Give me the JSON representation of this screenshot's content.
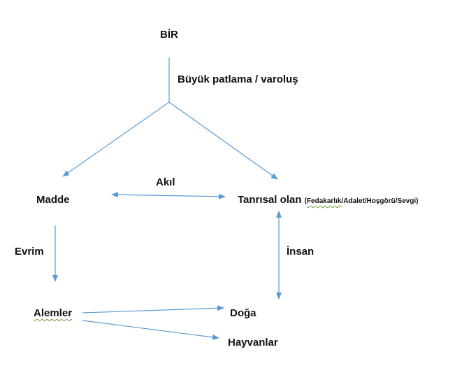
{
  "diagram": {
    "arrow_color": "#5b9bd5",
    "nodes": {
      "bir": "BİR",
      "big_bang": "Büyük patlama / varoluş",
      "madde": "Madde",
      "akil": "Akıl",
      "tanrisal_olan": "Tanrısal olan",
      "tanrisal_detail_open": "(",
      "tanrisal_detail_word": "Fedakarlık",
      "tanrisal_detail_rest": "/Adalet/Hoşgörü/Sevgi)",
      "evrim": "Evrim",
      "insan": "İnsan",
      "alemler": "Alemler",
      "doga": "Doğa",
      "hayvanlar": "Hayvanlar"
    }
  }
}
